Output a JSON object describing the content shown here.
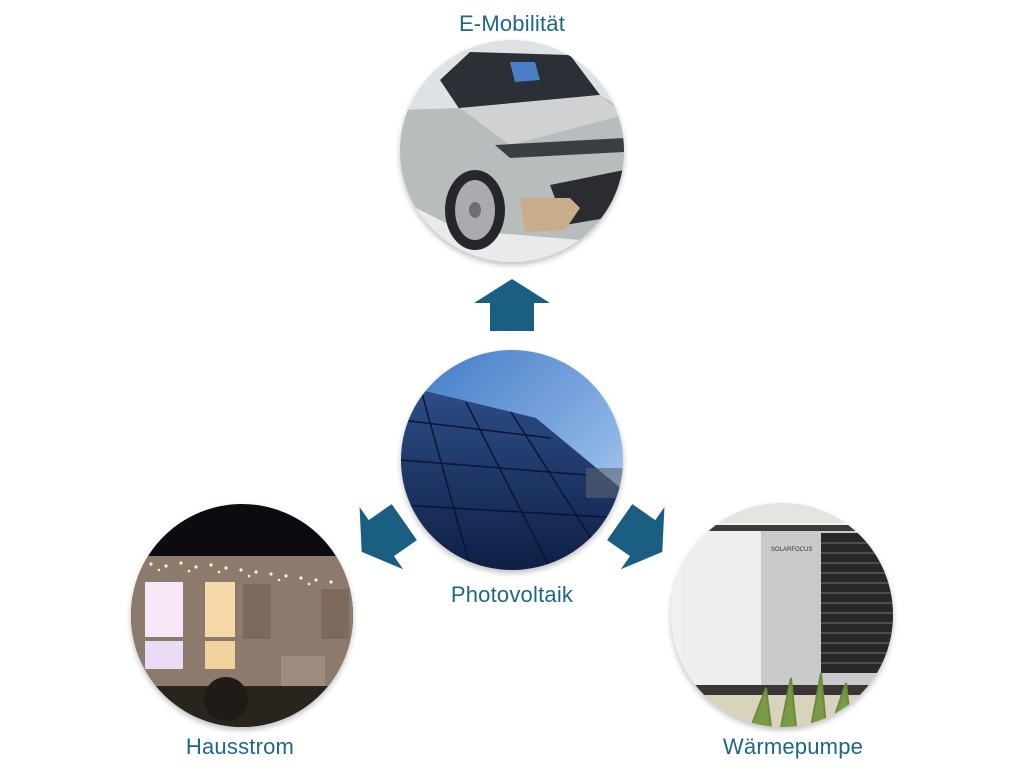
{
  "diagram": {
    "center": {
      "label": "Photovoltaik",
      "image": "solar-panels-photo"
    },
    "top": {
      "label": "E-Mobilität",
      "image": "electric-car-photo"
    },
    "bottom_left": {
      "label": "Hausstrom",
      "image": "house-night-lights-photo"
    },
    "bottom_right": {
      "label": "Wärmepumpe",
      "image": "heat-pump-photo",
      "brand_text": "SOLARFOCUS"
    }
  },
  "colors": {
    "arrow": "#1a5e82",
    "label": "#1f6688",
    "background": "#ffffff"
  },
  "arrows": [
    {
      "from": "Photovoltaik",
      "to": "E-Mobilität",
      "direction": "up"
    },
    {
      "from": "Photovoltaik",
      "to": "Hausstrom",
      "direction": "down-left"
    },
    {
      "from": "Photovoltaik",
      "to": "Wärmepumpe",
      "direction": "down-right"
    }
  ]
}
